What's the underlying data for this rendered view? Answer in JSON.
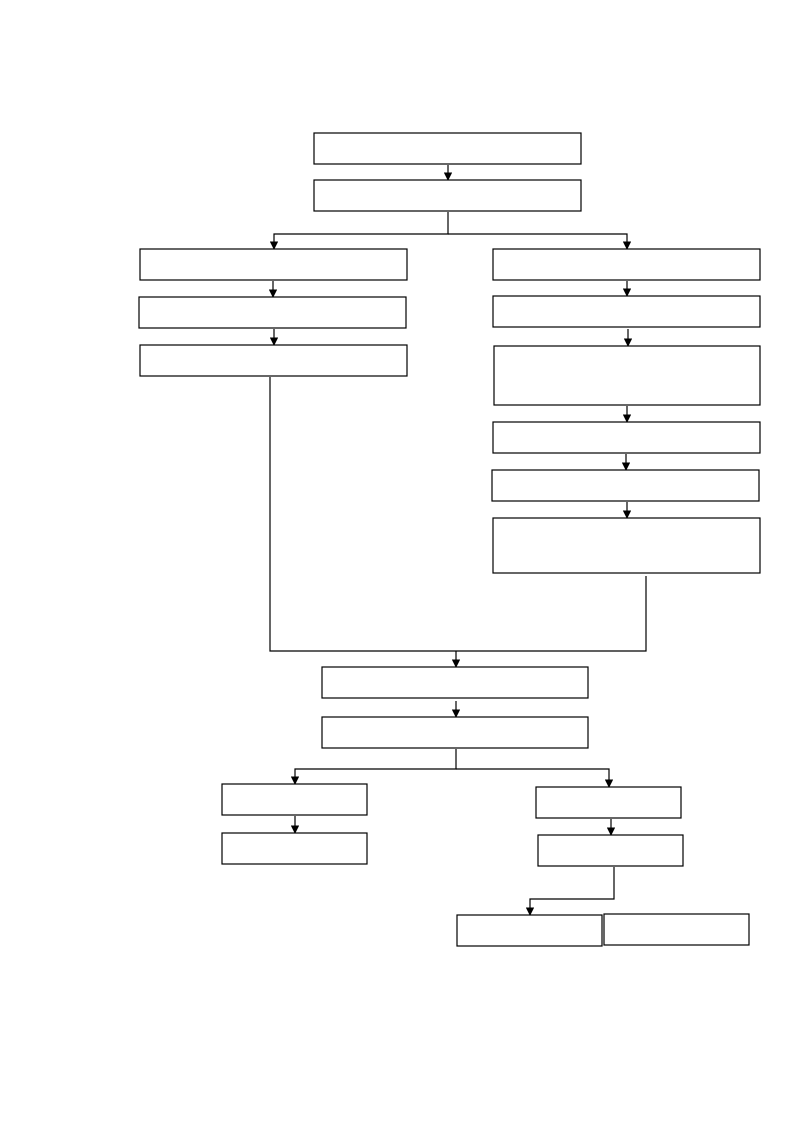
{
  "diagram": {
    "type": "flowchart",
    "colors": {
      "stroke": "#000000",
      "background": "#ffffff"
    },
    "nodes": [
      {
        "id": "n1",
        "text": ""
      },
      {
        "id": "n2",
        "text": ""
      },
      {
        "id": "l1",
        "text": ""
      },
      {
        "id": "l2",
        "text": ""
      },
      {
        "id": "l3",
        "text": ""
      },
      {
        "id": "r1",
        "text": ""
      },
      {
        "id": "r2",
        "text": ""
      },
      {
        "id": "r3",
        "text": ""
      },
      {
        "id": "r4",
        "text": ""
      },
      {
        "id": "r5",
        "text": ""
      },
      {
        "id": "r6",
        "text": ""
      },
      {
        "id": "m1",
        "text": ""
      },
      {
        "id": "m2",
        "text": ""
      },
      {
        "id": "bl1",
        "text": ""
      },
      {
        "id": "bl2",
        "text": ""
      },
      {
        "id": "br1",
        "text": ""
      },
      {
        "id": "br2",
        "text": ""
      },
      {
        "id": "f1",
        "text": ""
      },
      {
        "id": "f2",
        "text": ""
      }
    ],
    "edges": [
      {
        "from": "n1",
        "to": "n2"
      },
      {
        "from": "n2",
        "to": "l1"
      },
      {
        "from": "n2",
        "to": "r1"
      },
      {
        "from": "l1",
        "to": "l2"
      },
      {
        "from": "l2",
        "to": "l3"
      },
      {
        "from": "r1",
        "to": "r2"
      },
      {
        "from": "r2",
        "to": "r3"
      },
      {
        "from": "r3",
        "to": "r4"
      },
      {
        "from": "r4",
        "to": "r5"
      },
      {
        "from": "r5",
        "to": "r6"
      },
      {
        "from": "l3",
        "to": "m1"
      },
      {
        "from": "r6",
        "to": "m1"
      },
      {
        "from": "m1",
        "to": "m2"
      },
      {
        "from": "m2",
        "to": "bl1"
      },
      {
        "from": "m2",
        "to": "br1"
      },
      {
        "from": "bl1",
        "to": "bl2"
      },
      {
        "from": "br1",
        "to": "br2"
      },
      {
        "from": "br2",
        "to": "f1"
      },
      {
        "from": "br2",
        "to": "f2"
      }
    ]
  }
}
